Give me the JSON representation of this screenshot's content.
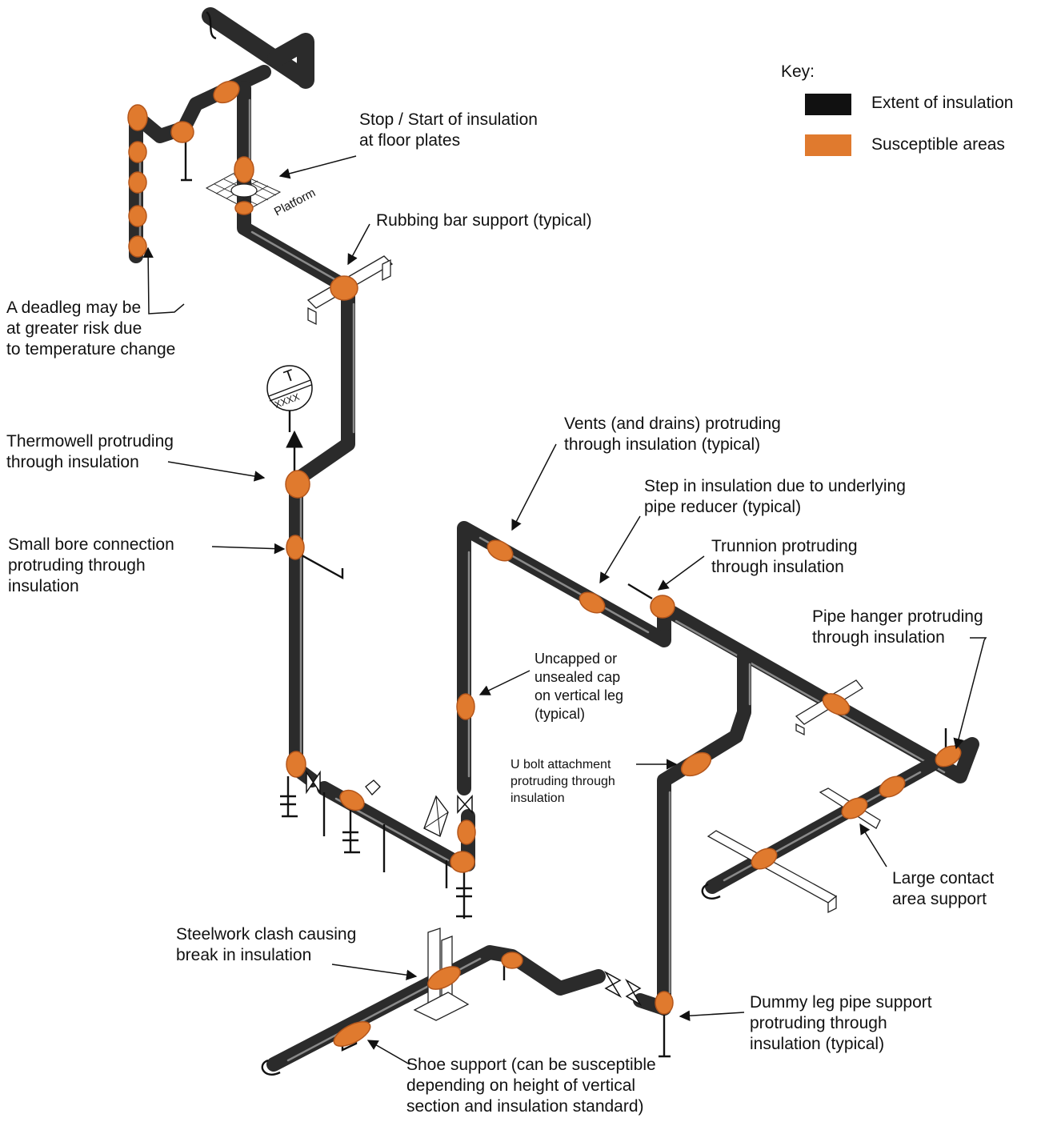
{
  "key": {
    "title": "Key:",
    "items": [
      {
        "label": "Extent of insulation",
        "color": "#111111"
      },
      {
        "label": "Susceptible areas",
        "color": "#e07a2e"
      }
    ]
  },
  "labels": {
    "stop_start": "Stop / Start of insulation\nat floor plates",
    "platform": "Platform",
    "rubbing_bar": "Rubbing bar support (typical)",
    "deadleg": "A deadleg may be\nat greater risk due\nto temperature change",
    "thermowell_tag_top": "T",
    "thermowell_tag_bottom": "XXXX",
    "thermowell": "Thermowell protruding\nthrough insulation",
    "small_bore": "Small bore connection\nprotruding through\ninsulation",
    "vents": "Vents (and drains) protruding\nthrough insulation (typical)",
    "step": "Step in insulation due to underlying\npipe reducer (typical)",
    "trunnion": "Trunnion protruding\nthrough insulation",
    "pipe_hanger": "Pipe hanger protruding\nthrough insulation",
    "uncapped": "Uncapped or\nunsealed cap\non vertical leg\n(typical)",
    "u_bolt": "U bolt attachment\nprotruding through\ninsulation",
    "large_contact": "Large contact\narea support",
    "steelwork": "Steelwork clash causing\nbreak in insulation",
    "dummy_leg": "Dummy leg pipe support\nprotruding through\ninsulation (typical)",
    "shoe": "Shoe support (can be susceptible\ndepending on height of vertical\nsection and insulation standard)"
  },
  "colors": {
    "insulation": "#2b2b2b",
    "susceptible": "#e07a2e"
  }
}
